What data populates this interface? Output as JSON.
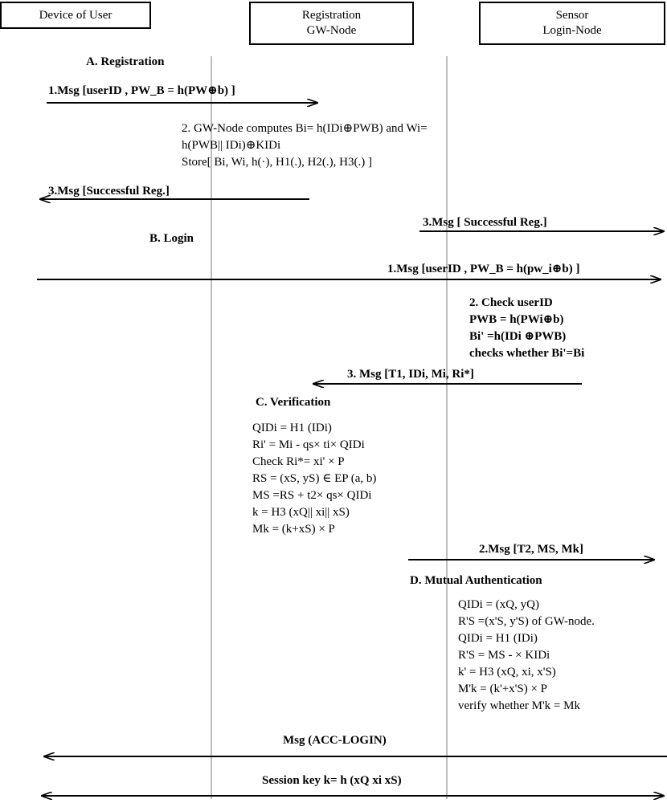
{
  "participants": {
    "user": "Device of User",
    "gw_line1": "Registration",
    "gw_line2": "GW-Node",
    "sensor_line1": "Sensor",
    "sensor_line2": "Login-Node"
  },
  "sections": {
    "registration": "A. Registration",
    "login": "B. Login",
    "verification": "C. Verification",
    "mutual": "D. Mutual Authentication"
  },
  "messages": {
    "reg_msg1": "1.Msg [userID , PW_B = h(PW⊕b) ]",
    "reg_msg3_user": "3.Msg [Successful Reg.]",
    "reg_msg3_sensor": "3.Msg [ Successful Reg.]",
    "login_msg1": "1.Msg [userID , PW_B = h(pw_i⊕b) ]",
    "msg3_verif": "3. Msg [T1, IDi, Mi, Ri*]",
    "msg2_auth": "2.Msg [T2, MS, Mk]",
    "acc_login": "Msg (ACC-LOGIN)",
    "session_key": "Session key k= h (xQ xi xS)"
  },
  "gw_computes": [
    "2. GW-Node computes Bi= h(IDi⊕PWB) and Wi=",
    "h(PWB|| IDi)⊕KIDi",
    "Store[ Bi, Wi, h(·), H1(.), H2(.), H3(.) ]"
  ],
  "check_userid": [
    "2. Check userID",
    "PWB = h(PWi⊕b)",
    "Bi' =h(IDi ⊕PWB)",
    "checks whether Bi'=Bi"
  ],
  "verification_steps": [
    "QIDi = H1 (IDi)",
    "Ri' = Mi - qs× ti× QIDi",
    "Check Ri*= xi' × P",
    "RS = (xS, yS) ∈ EP (a, b)",
    "MS =RS + t2×  qs× QIDi",
    "k = H3 (xQ|| xi|| xS)",
    "Mk = (k+xS) × P"
  ],
  "mutual_steps": [
    "QIDi = (xQ, yQ)",
    "R'S =(x'S, y'S) of GW-node.",
    "QIDi = H1 (IDi)",
    "R'S = MS - × KIDi",
    "k' = H3 (xQ, xi, x'S)",
    "M'k = (k'+x'S) × P",
    "verify whether M'k = Mk"
  ]
}
